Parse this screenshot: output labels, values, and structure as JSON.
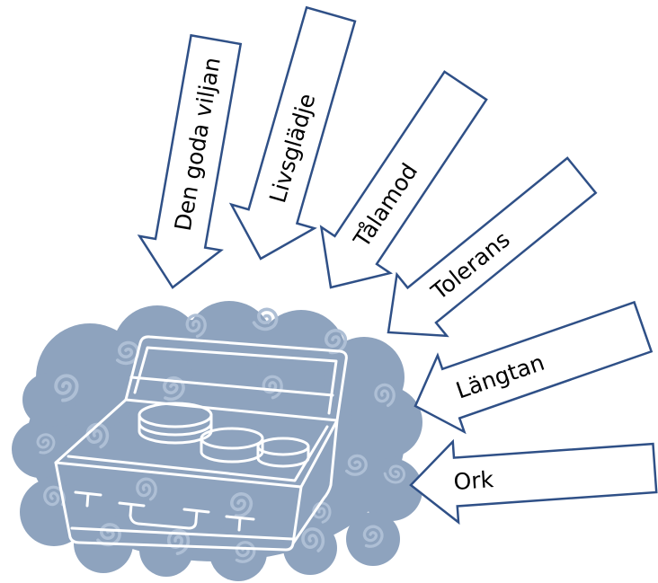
{
  "diagram": {
    "arrows": [
      {
        "label": "Den goda viljan"
      },
      {
        "label": "Livsglädje"
      },
      {
        "label": "Tålamod"
      },
      {
        "label": "Tolerans"
      },
      {
        "label": "Längtan"
      },
      {
        "label": "Ork"
      }
    ],
    "icons": {
      "center": "suitcase-icon",
      "backdrop": "cloud-icon",
      "pattern": "swirl-icon"
    }
  },
  "colors": {
    "cloud": "#8ea3be",
    "swirl": "#aebfd5",
    "suitcase_line": "#ffffff",
    "arrow_fill": "#ffffff",
    "arrow_stroke": "#2f5087",
    "text": "#000000"
  }
}
